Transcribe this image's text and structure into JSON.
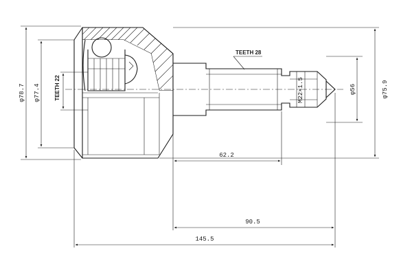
{
  "dimensions": {
    "teeth_outer": "TEETH 28",
    "teeth_inner": "TEETH 22",
    "dia_outer_max": "φ78.7",
    "dia_outer": "φ77.4",
    "dia_right_max": "φ75.9",
    "dia_right": "φ56",
    "thread": "M22×1.5",
    "len_spline": "62.2",
    "len_shaft": "90.5",
    "len_total": "145.5"
  },
  "colors": {
    "ink": "#1a1a1a",
    "background": "#ffffff"
  }
}
